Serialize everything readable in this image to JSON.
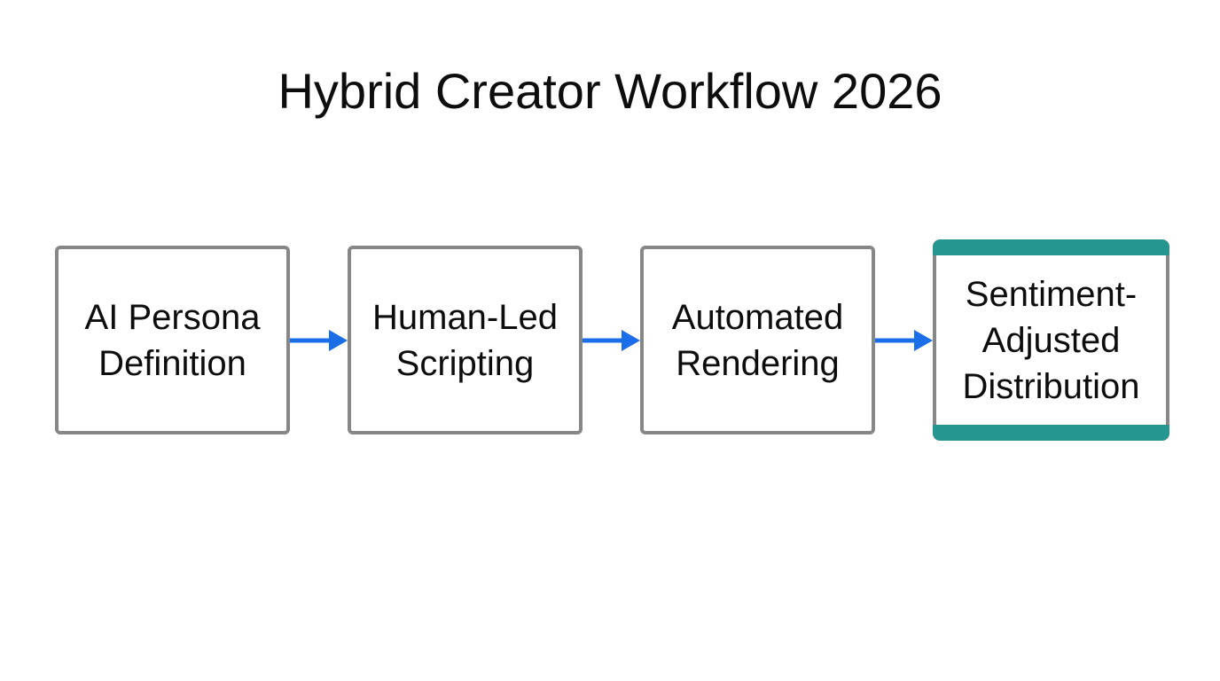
{
  "title": "Hybrid Creator Workflow 2026",
  "flow": {
    "nodes": [
      {
        "label": "AI Persona\nDefinition",
        "highlighted": false
      },
      {
        "label": "Human-Led\nScripting",
        "highlighted": false
      },
      {
        "label": "Automated\nRendering",
        "highlighted": false
      },
      {
        "label": "Sentiment-\nAdjusted\nDistribution",
        "highlighted": true
      }
    ],
    "colors": {
      "background": "#ffffff",
      "node_fill": "#ffffff",
      "node_border": "#878787",
      "text": "#0d0d0d",
      "arrow": "#1a6ee8",
      "highlight": "#269690"
    }
  }
}
